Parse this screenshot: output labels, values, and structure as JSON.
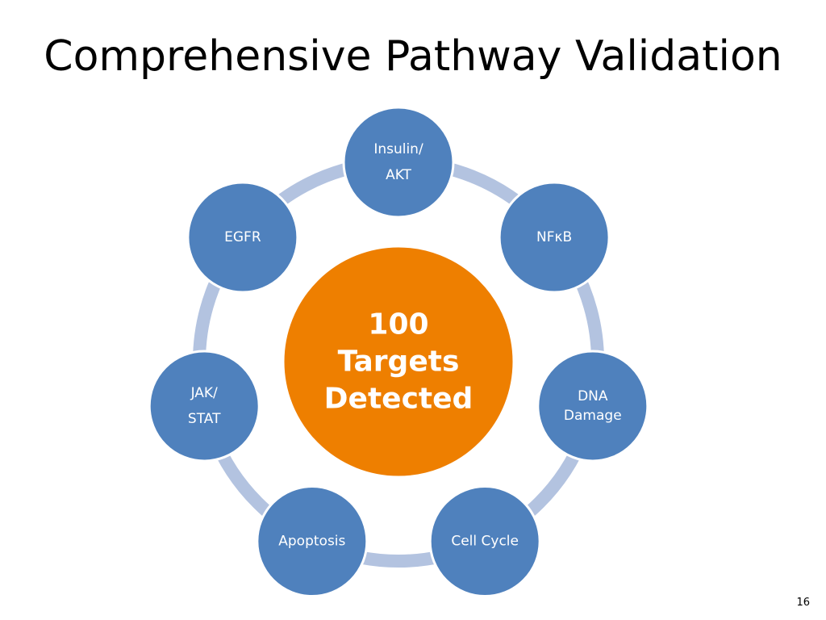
{
  "slide": {
    "title": "Comprehensive Pathway Validation",
    "slide_number": "16"
  },
  "center": {
    "lines": [
      "100",
      "Targets",
      "Detected"
    ],
    "fill": "#EE7F00"
  },
  "satellites": [
    {
      "id": "insulin-akt",
      "lines": [
        "Insulin/",
        "AKT"
      ]
    },
    {
      "id": "nfkb",
      "lines": [
        "NFκB"
      ]
    },
    {
      "id": "dna-damage",
      "lines": [
        "DNA",
        "Damage"
      ]
    },
    {
      "id": "cell-cycle",
      "lines": [
        "Cell Cycle"
      ]
    },
    {
      "id": "apoptosis",
      "lines": [
        "Apoptosis"
      ]
    },
    {
      "id": "jak-stat",
      "lines": [
        "JAK/",
        "STAT"
      ]
    },
    {
      "id": "egfr",
      "lines": [
        "EGFR"
      ]
    }
  ],
  "colors": {
    "satellite_fill": "#4F81BD",
    "satellite_stroke": "#FFFFFF",
    "ring": "#B3C3E0",
    "label_text": "#FFFFFF"
  }
}
